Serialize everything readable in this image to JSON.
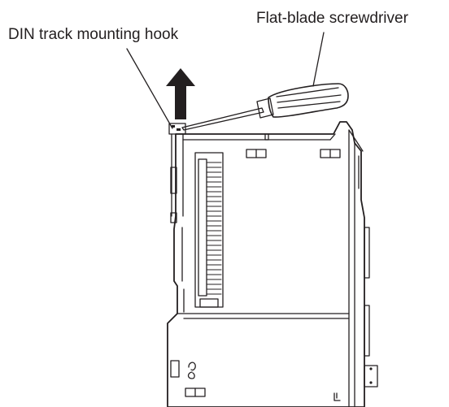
{
  "labels": {
    "hook": "DIN track mounting hook",
    "screwdriver": "Flat-blade screwdriver"
  },
  "colors": {
    "line": "#231f20",
    "fill": "#231f20",
    "background": "#ffffff"
  },
  "icons": {
    "arrow": "up-arrow-icon",
    "tool": "flat-blade-screwdriver"
  }
}
